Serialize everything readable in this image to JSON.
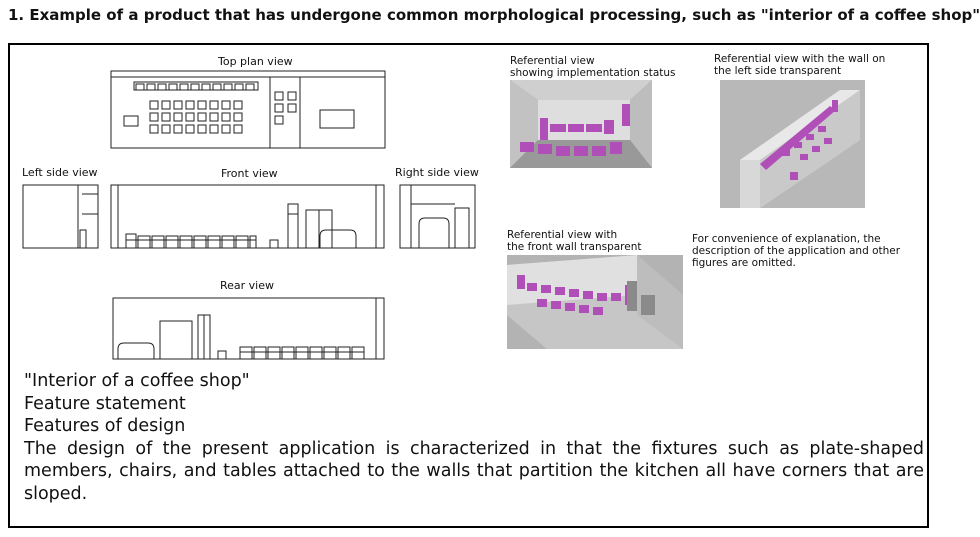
{
  "heading": "1. Example of a product that has undergone common morphological processing, such as \"interior of a coffee shop\"",
  "views": {
    "top_plan": "Top plan view",
    "left_side": "Left side view",
    "front": "Front view",
    "right_side": "Right side view",
    "rear": "Rear view"
  },
  "references": {
    "implementation_l1": "Referential view",
    "implementation_l2": "showing implementation status",
    "left_wall_l1": "Referential view with the wall on",
    "left_wall_l2": "the left side transparent",
    "front_wall_l1": "Referential view with",
    "front_wall_l2": "the front wall transparent",
    "note_l1": "For convenience of explanation, the",
    "note_l2": "description of the application and other",
    "note_l3": "figures are omitted."
  },
  "statement": {
    "title": "\"Interior of a coffee shop\"",
    "feature_statement": "Feature statement",
    "features_of_design": "Features of design",
    "description": "The design of the present application is characterized in that the fixtures such as plate-shaped members, chairs, and tables attached to the walls that partition the kitchen all have corners that are sloped."
  },
  "colors": {
    "render_bg": "#b5b5b5",
    "render_wall": "#d9d9d9",
    "furniture": "#b04fb8",
    "line": "#222222"
  }
}
